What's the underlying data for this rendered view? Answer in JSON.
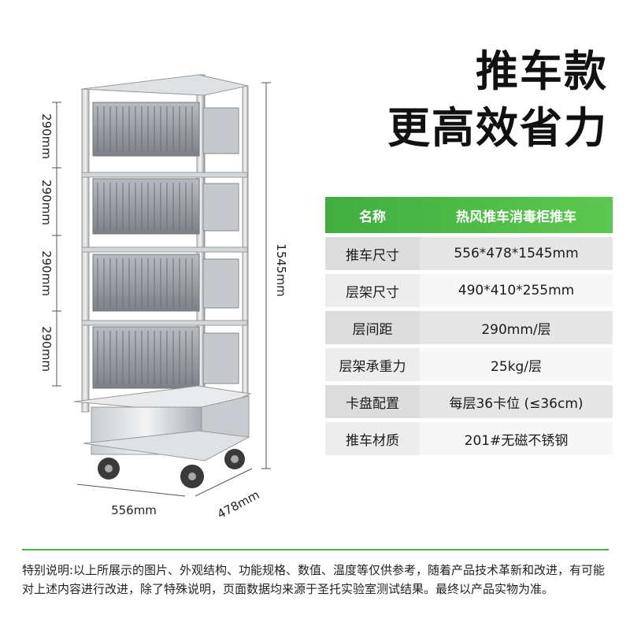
{
  "headline": {
    "line1": "推车款",
    "line2": "更高效省力"
  },
  "spec_table": {
    "header": {
      "key": "名称",
      "value": "热风推车消毒柜推车"
    },
    "rows": [
      {
        "key": "推车尺寸",
        "value": "556*478*1545mm"
      },
      {
        "key": "层架尺寸",
        "value": "490*410*255mm"
      },
      {
        "key": "层间距",
        "value": "290mm/层"
      },
      {
        "key": "层架承重力",
        "value": "25kg/层"
      },
      {
        "key": "卡盘配置",
        "value": "每层36卡位 (≤36cm)"
      },
      {
        "key": "推车材质",
        "value": "201#无磁不锈钢"
      }
    ],
    "accent_color": "#4caf50"
  },
  "dimensions": {
    "layer_spacing": [
      "290mm",
      "290mm",
      "290mm",
      "290mm"
    ],
    "height": "1545mm",
    "width": "556mm",
    "depth": "478mm"
  },
  "note": "特别说明:以上所展示的图片、外观结构、功能规格、数值、温度等仅供参考，随着产品技术革新和改进，有可能对上述内容进行改进，除了特殊说明，页面数据均来源于圣托实验室测试结果。最终以产品实物为准。"
}
